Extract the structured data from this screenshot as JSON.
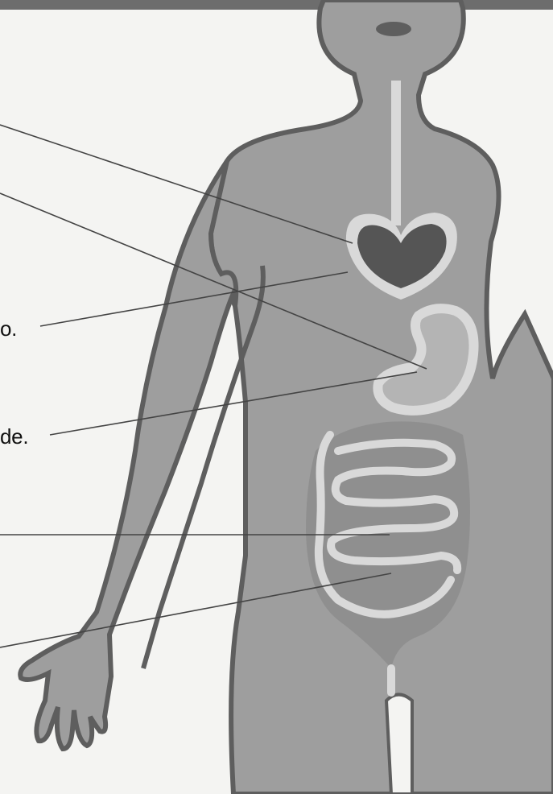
{
  "labels": {
    "heart_fragment": "o.",
    "stomach_fragment": "de."
  },
  "colors": {
    "background": "#f4f4f2",
    "top_bar": "#6d6d6d",
    "body_fill": "#9e9e9e",
    "body_outline": "#5e5e5e",
    "organ_light": "#d9d9d9",
    "heart": "#555555",
    "leader_line": "#444444"
  },
  "icons": {
    "figure": "human-body-silhouette",
    "heart": "heart-icon"
  }
}
